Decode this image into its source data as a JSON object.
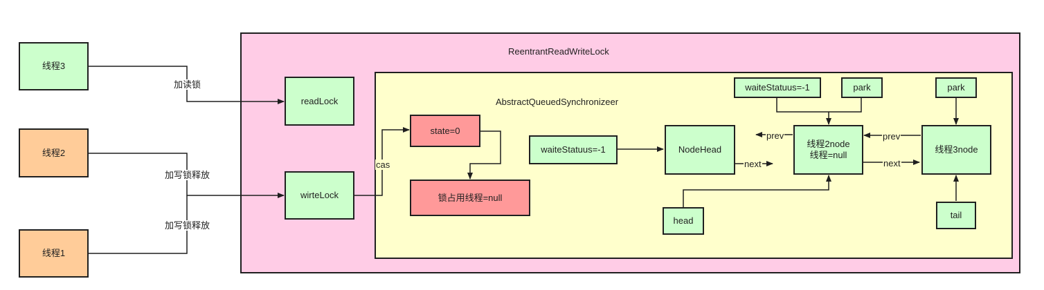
{
  "colors": {
    "outer_container": "#ffcce6",
    "inner_container": "#ffffcc",
    "green_node": "#ccffcc",
    "orange_node": "#ffcc99",
    "red_node": "#ff9999",
    "line": "#1f1f1f"
  },
  "containers": {
    "outer_title": "ReentrantReadWriteLock",
    "inner_title": "AbstractQueuedSynchronizeer"
  },
  "threads": {
    "thread3": "线程3",
    "thread2": "线程2",
    "thread1": "线程1"
  },
  "locks": {
    "read_lock": "readLock",
    "write_lock": "wirteLock"
  },
  "aqs": {
    "state": "state=0",
    "owner": "锁占用线程=null",
    "head_wait_status": "waiteStatuus=-1",
    "node_head": "NodeHead",
    "node2_wait_status": "waiteStatuus=-1",
    "node2_park": "park",
    "node2_line1": "线程2node",
    "node2_line2": "线程=null",
    "node3_park": "park",
    "node3": "线程3node",
    "head": "head",
    "tail": "tail"
  },
  "edge_labels": {
    "read_lock_acquire": "加读锁",
    "write_lock_t2": "加写锁释放",
    "write_lock_t1": "加写锁释放",
    "cas": "cas",
    "head_next": "next",
    "node2_prev": "prev",
    "node2_next": "next",
    "node3_prev": "prev"
  }
}
